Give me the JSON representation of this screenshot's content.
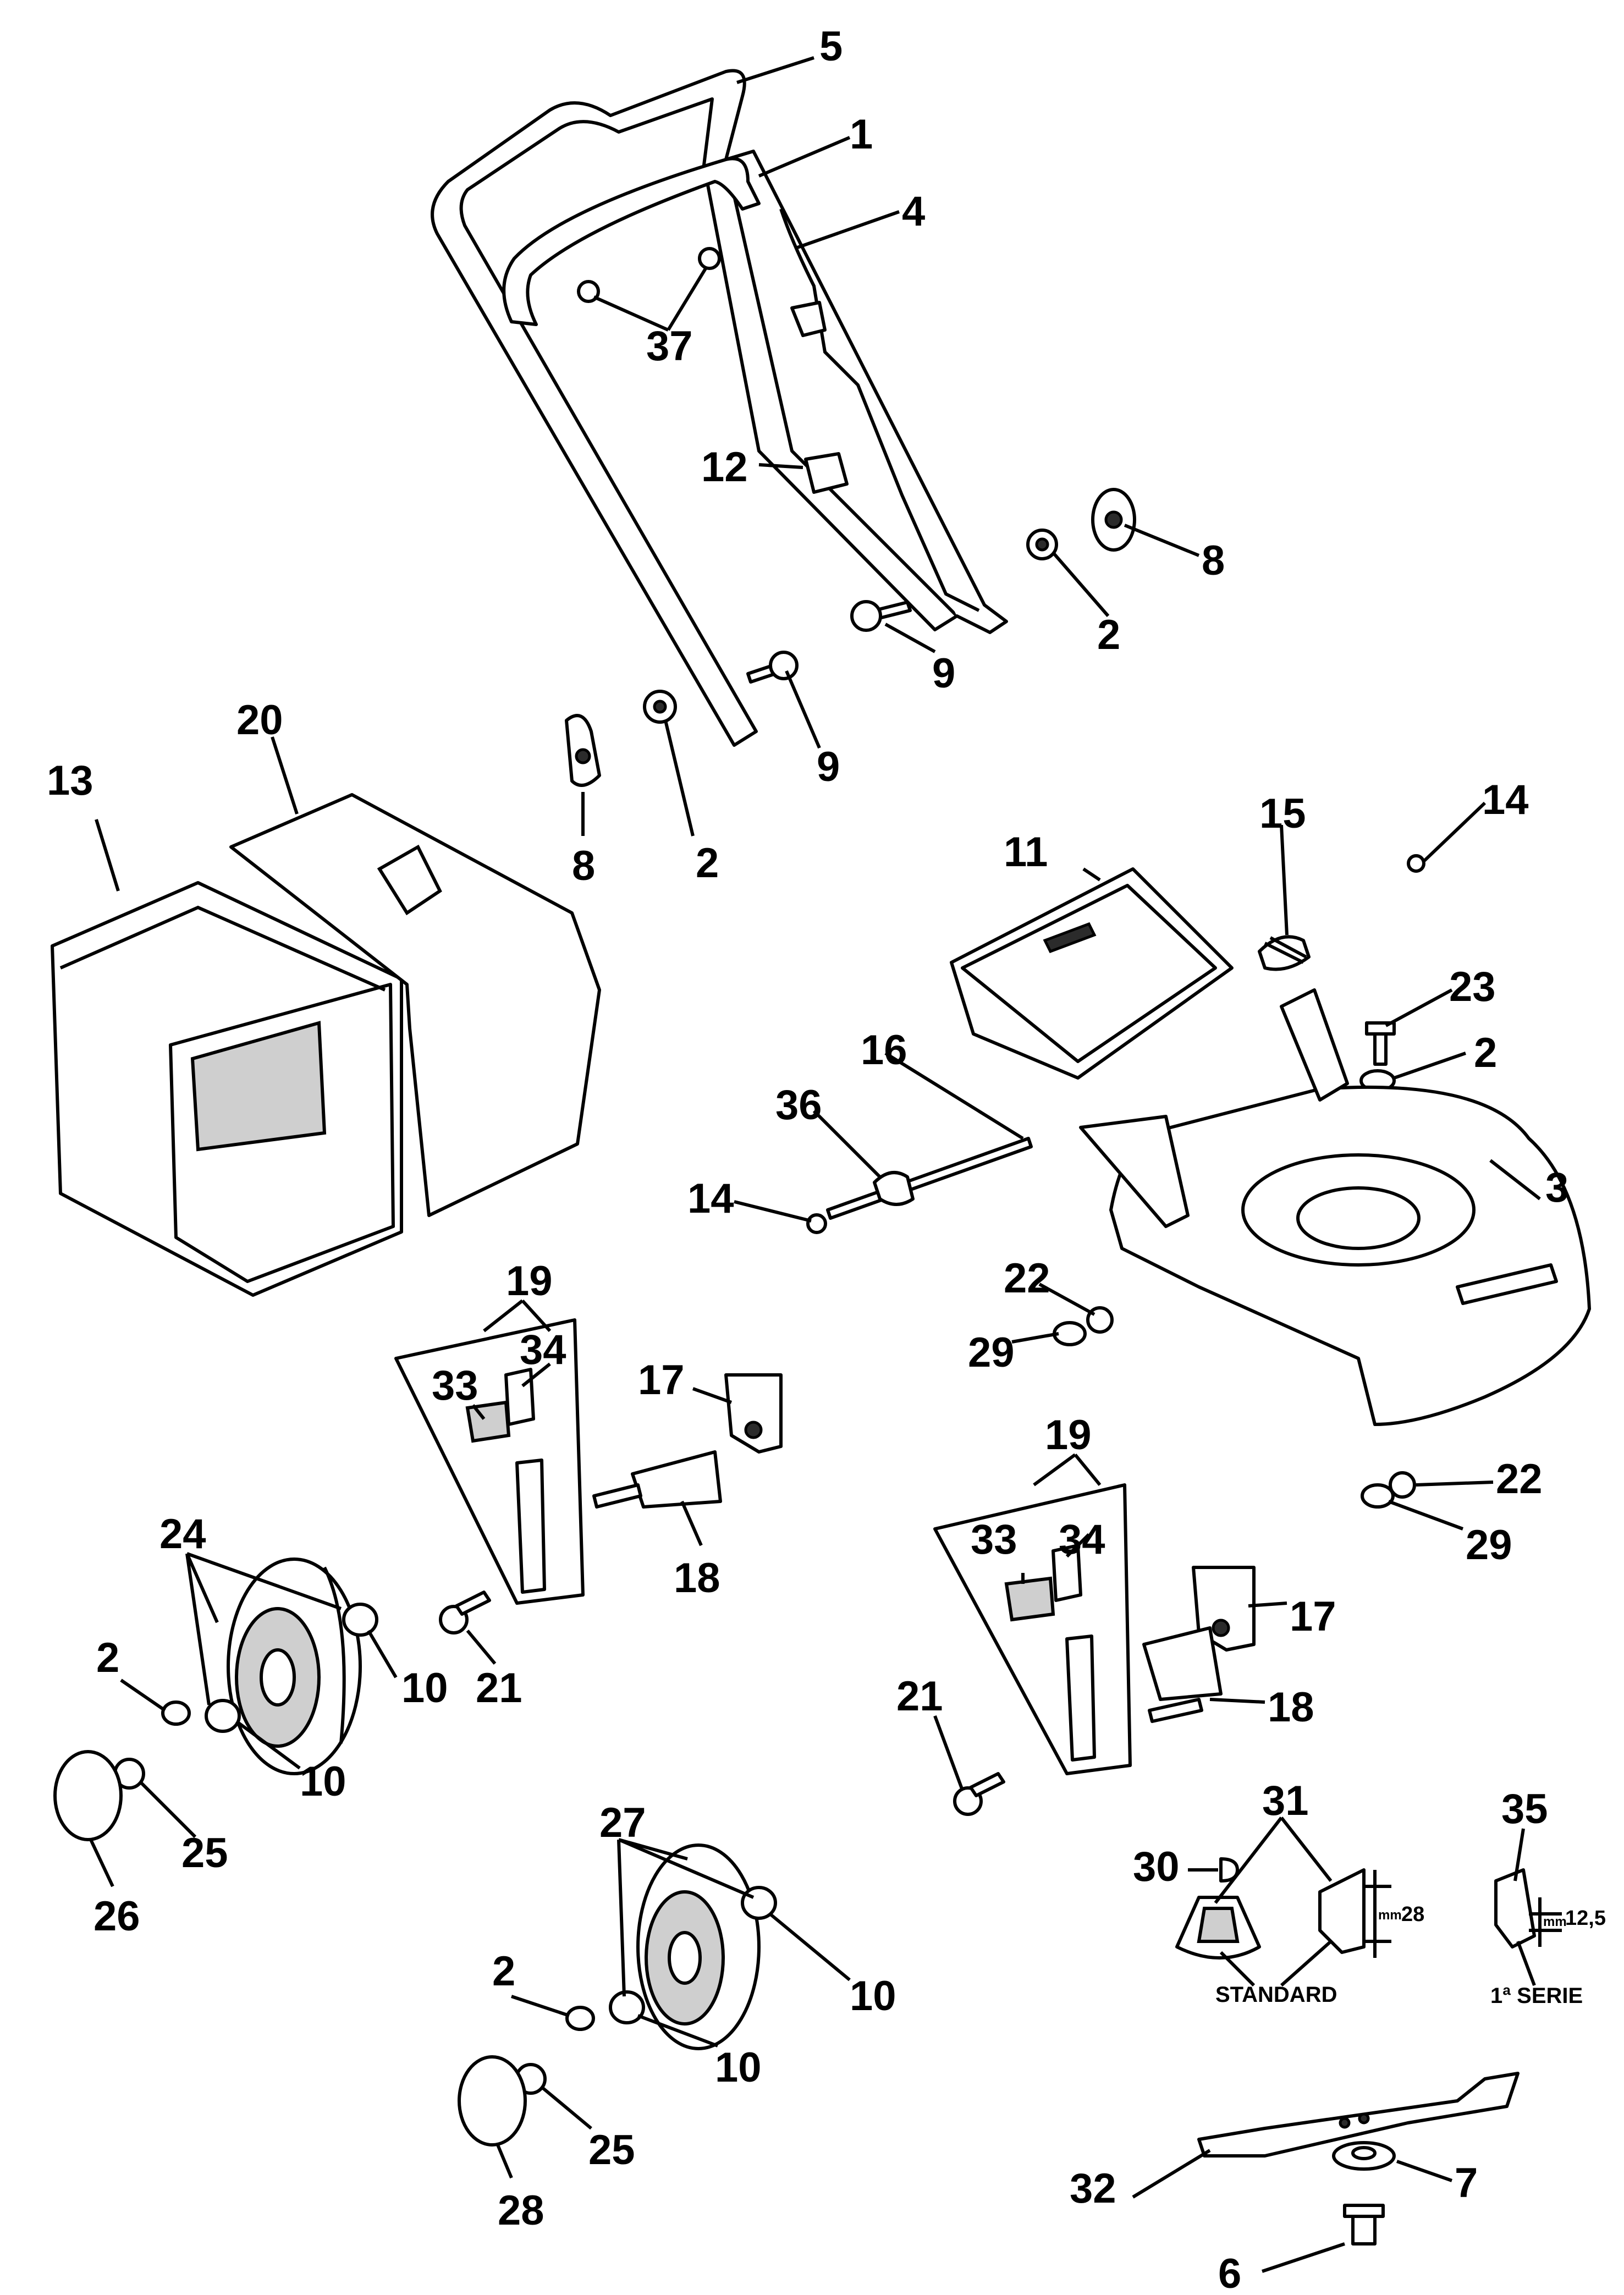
{
  "callouts": {
    "c5": "5",
    "c1": "1",
    "c4": "4",
    "c37": "37",
    "c12": "12",
    "c8a": "8",
    "c2a": "2",
    "c9a": "9",
    "c9b": "9",
    "c8b": "8",
    "c2b": "2",
    "c13": "13",
    "c20": "20",
    "c15": "15",
    "c14a": "14",
    "c11": "11",
    "c23": "23",
    "c2c": "2",
    "c16": "16",
    "c36": "36",
    "c14b": "14",
    "c3": "3",
    "c22a": "22",
    "c29a": "29",
    "c19a": "19",
    "c33a": "33",
    "c34a": "34",
    "c17a": "17",
    "c18a": "18",
    "c22b": "22",
    "c29b": "29",
    "c24": "24",
    "c10a": "10",
    "c10b": "10",
    "c2d": "2",
    "c25a": "25",
    "c26": "26",
    "c21a": "21",
    "c19b": "19",
    "c33b": "33",
    "c34b": "34",
    "c17b": "17",
    "c18b": "18",
    "c21b": "21",
    "c31": "31",
    "c30": "30",
    "c35": "35",
    "c27": "27",
    "c10c": "10",
    "c10d": "10",
    "c2e": "2",
    "c25b": "25",
    "c28": "28",
    "c32": "32",
    "c7": "7",
    "c6": "6"
  },
  "notes": {
    "standard": "STANDARD",
    "first_series": "1ª SERIE",
    "dim_standard_unit": "mm",
    "dim_standard_value": "28",
    "dim_first_unit": "mm",
    "dim_first_value": "12,5"
  }
}
